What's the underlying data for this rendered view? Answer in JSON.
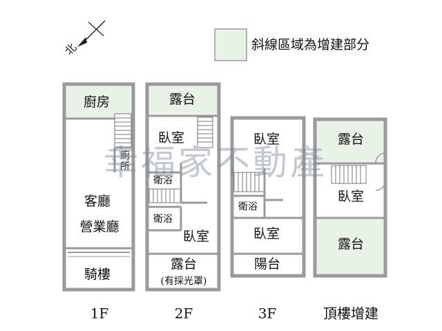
{
  "compass": {
    "label": "北",
    "icon": "compass-arrow-icon"
  },
  "legend": {
    "text": "斜線區域為增建部分",
    "swatch_color": "#e9f2e6"
  },
  "watermark": "幸福家不動產",
  "floors": {
    "f1": {
      "label": "1F",
      "rooms": {
        "kitchen": "廚房",
        "toilet": "廁所",
        "living": "客廳",
        "business": "營業廳",
        "arcade": "騎樓"
      }
    },
    "f2": {
      "label": "2F",
      "rooms": {
        "terrace_top": "露台",
        "bedroom_a": "臥室",
        "bath_a": "衛浴",
        "bath_b": "衛浴",
        "bedroom_b": "臥室",
        "terrace_bottom": "露台",
        "skylight_note": "(有採光罩)"
      }
    },
    "f3": {
      "label": "3F",
      "rooms": {
        "bedroom_a": "臥室",
        "bath": "衛浴",
        "bedroom_b": "臥室",
        "balcony": "陽台"
      }
    },
    "roof": {
      "label": "頂樓增建",
      "rooms": {
        "terrace_top": "露台",
        "bedroom": "臥室",
        "terrace_bottom": "露台"
      }
    }
  }
}
